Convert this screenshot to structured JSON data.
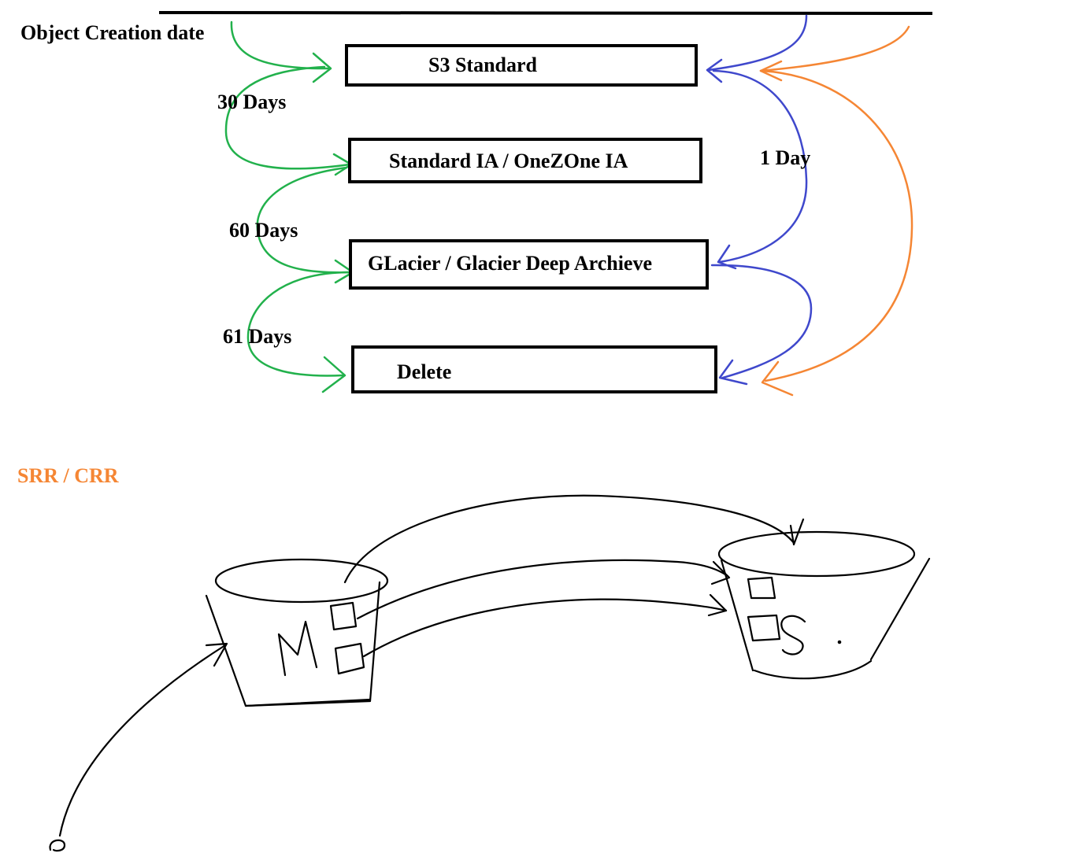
{
  "lifecycle": {
    "start_label": "Object Creation date",
    "tiers": [
      {
        "label": "S3 Standard"
      },
      {
        "label": "Standard IA / OneZOne IA"
      },
      {
        "label": "GLacier / Glacier Deep Archieve"
      },
      {
        "label": "Delete"
      }
    ],
    "transitions": [
      {
        "label": "30 Days"
      },
      {
        "label": "60 Days"
      },
      {
        "label": "61 Days"
      }
    ],
    "blue_label": "1 Day"
  },
  "replication": {
    "title": "SRR / CRR",
    "source_bucket_letter": "M",
    "dest_bucket_letter": "S"
  },
  "colors": {
    "green": "#22b14c",
    "blue": "#3f48cc",
    "orange": "#f58634",
    "ink": "#000000"
  }
}
